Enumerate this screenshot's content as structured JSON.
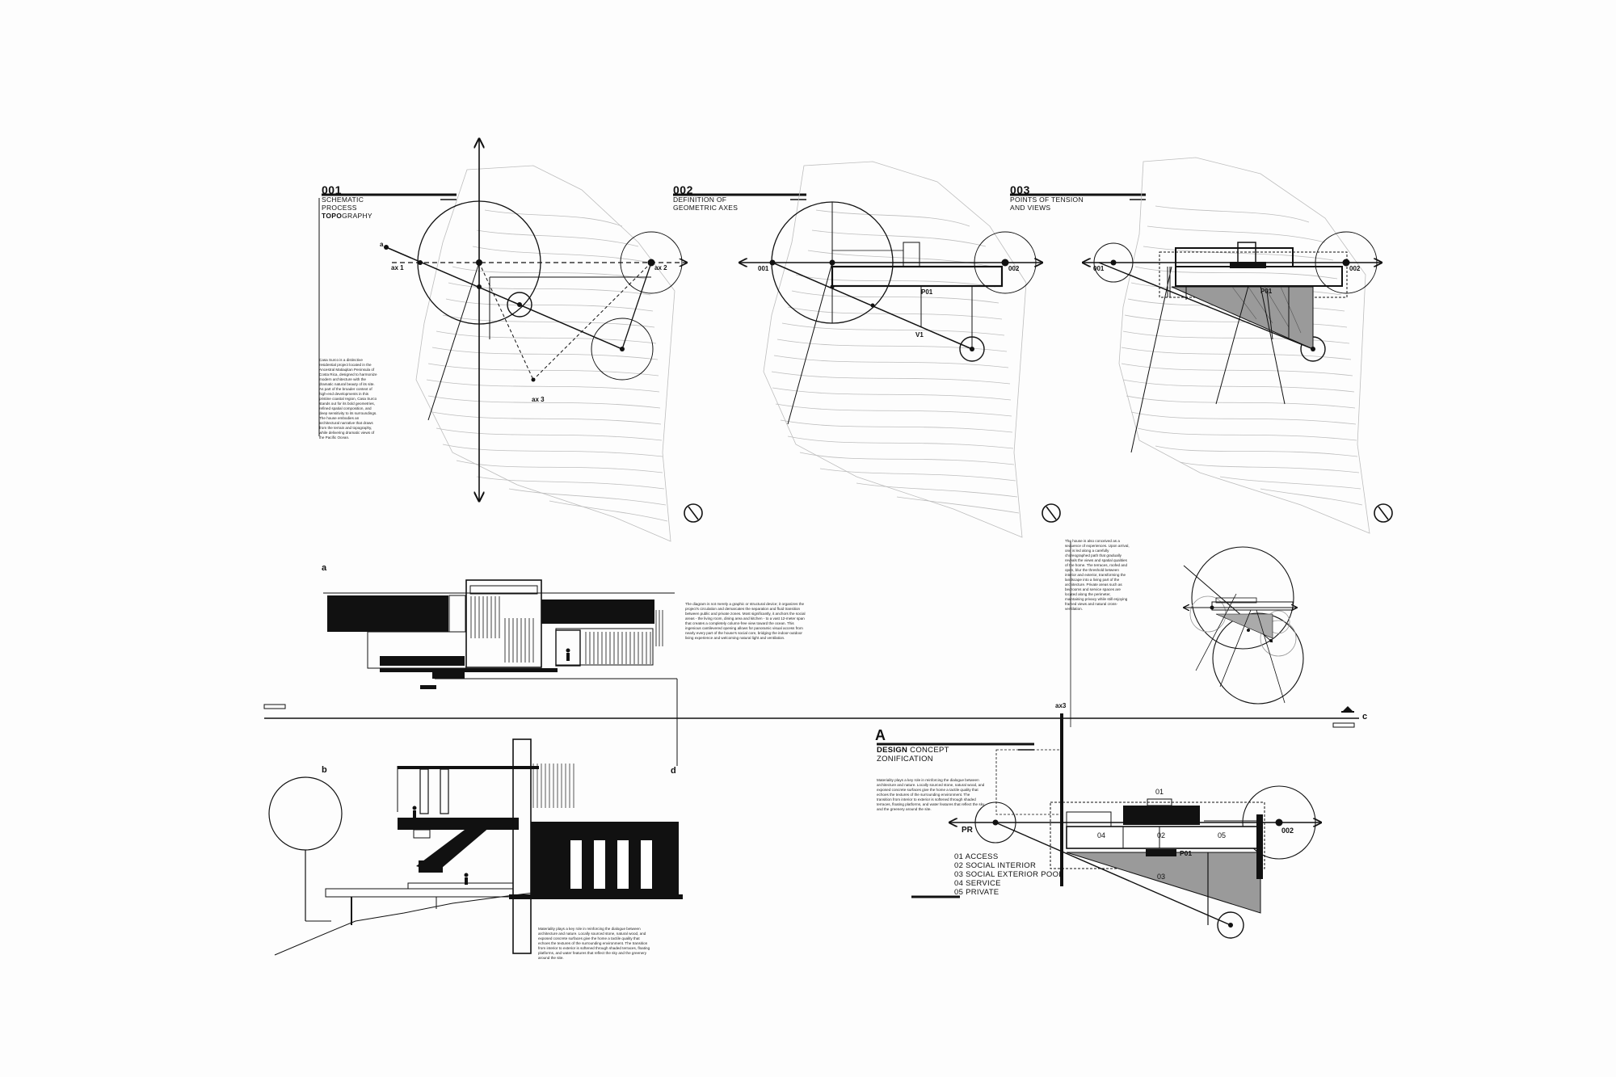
{
  "panels": {
    "p001": {
      "number": "001",
      "line1": "SCHEMATIC",
      "line2": "PROCESS",
      "line3_bold": "TOPO",
      "line3_rest": "GRAPHY"
    },
    "p002": {
      "number": "002",
      "line1": "DEFINITION OF",
      "line2": "GEOMETRIC AXES"
    },
    "p003": {
      "number": "003",
      "line1": "POINTS OF TENSION",
      "line2": "AND VIEWS"
    }
  },
  "sections": {
    "a": "a",
    "b": "b",
    "c": "c",
    "d": "d"
  },
  "axis_labels": {
    "a": "a",
    "ax1": "ax 1",
    "ax2": "ax 2",
    "ax3": "ax 3",
    "ax3_top": "ax3",
    "n001": "001",
    "n002": "002",
    "p01": "P01",
    "v1": "V1",
    "pr": "PR"
  },
  "concept": {
    "letter": "A",
    "title_bold": "DESIGN",
    "title_rest": " CONCEPT",
    "subtitle": "ZONIFICATION"
  },
  "zones": {
    "z01": "01",
    "z02": "02",
    "z03": "03",
    "z04": "04",
    "z05": "05"
  },
  "legend": [
    "01 ACCESS",
    "02 SOCIAL INTERIOR",
    "03 SOCIAL EXTERIOR POOL",
    "04 SERVICE",
    "05 PRIVATE"
  ],
  "paragraphs": {
    "intro": "Casa Surco is a distinctive residential project located in the Ancestral Matiaqitan Peninsula of Costa Rica, designed to harmonize modern architecture with the dramatic natural beauty of its site. As part of the broader context of high-end developments in this pristine coastal region, Casa Surco stands out for its bold geometries, refined spatial composition, and deep sensitivity to its surroundings. The house embodies an architectural narrative that draws from the terrain and topography, while delivering dramatic views of the Pacific Ocean.",
    "elevation": "The diagram is not merely a graphic or structural device; it organizes the project's circulation and demarcates the separation and fluid transition between public and private zones. Most significantly, it anchors the social areas - the living room, dining area and kitchen - to a vast 12-meter span that creates a completely column-free view toward the ocean. This ingenious cantilevered opening allows for panoramic visual access from nearly every part of the house's social core, bridging the indoor-outdoor living experience and welcoming natural light and ventilation.",
    "side": "The house is also conceived as a sequence of experiences. Upon arrival, one is led along a carefully choreographed path that gradually reveals the views and spatial qualities of the home. The terraces, roofed and open, blur the threshold between interior and exterior, transforming the landscape into a living part of the architecture. Private areas such as bedrooms and service spaces are located along the perimeter, maintaining privacy while still enjoying framed views and natural cross-ventilation.",
    "section_b": "Materiality plays a key role in reinforcing the dialogue between architecture and nature. Locally sourced stone, natural wood, and exposed concrete surfaces give the home a tactile quality that echoes the textures of the surrounding environment. The transition from interior to exterior is softened through shaded terraces, floating platforms, and water features that reflect the sky and the greenery around the site.",
    "concept": "Materiality plays a key role in reinforcing the dialogue between architecture and nature. Locally sourced stone, natural wood, and exposed concrete surfaces give the home a tactile quality that echoes the textures of the surrounding environment. The transition from interior to exterior is softened through shaded terraces, floating platforms, and water features that reflect the sky and the greenery around the site."
  },
  "colors": {
    "ink": "#111111",
    "topo": "#b8b8b8",
    "fill_gray": "#9a9a9a",
    "background": "#fdfdfd"
  }
}
